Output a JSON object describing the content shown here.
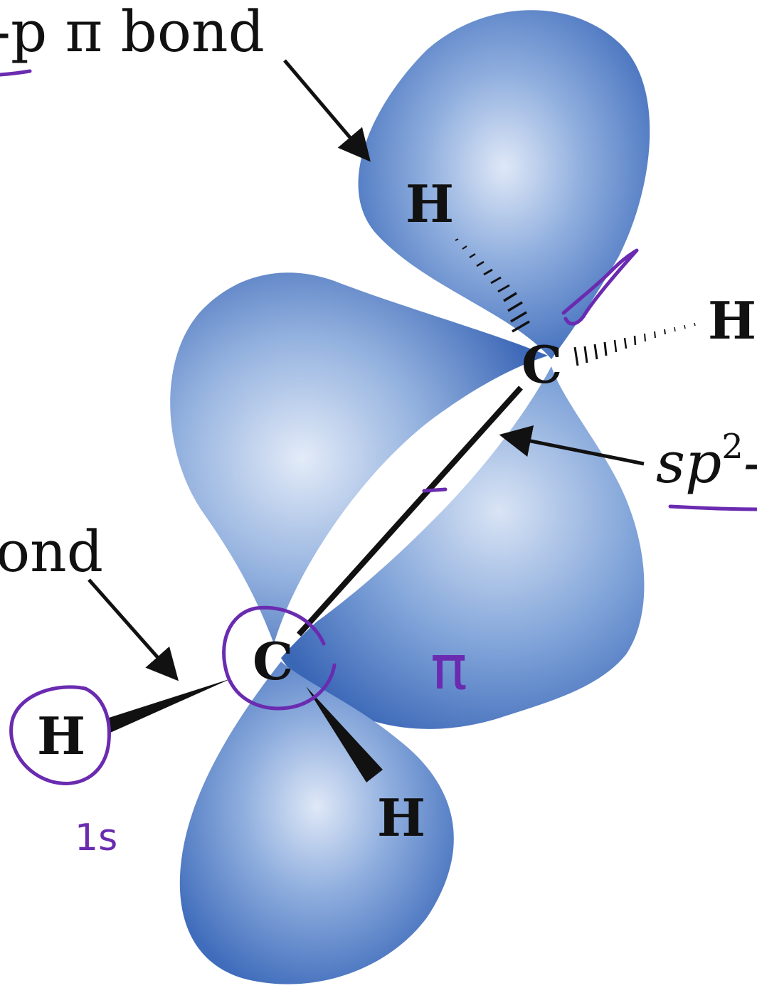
{
  "labels": {
    "top_caption": "-p π bond",
    "right_caption_main": "sp",
    "right_caption_sup": "2",
    "right_caption_suffix": "-s",
    "left_caption": "ond"
  },
  "atoms": {
    "carbon_top": "C",
    "carbon_bottom": "C",
    "h_top": "H",
    "h_right": "H",
    "h_left": "H",
    "h_bottom": "H"
  },
  "annotations": {
    "one_s": "1s",
    "pi": "π"
  },
  "colors": {
    "orbital": "#4d79c4",
    "orbital_highlight": "#dce6f6",
    "ink": "#6a2bb0",
    "line": "#111111"
  }
}
